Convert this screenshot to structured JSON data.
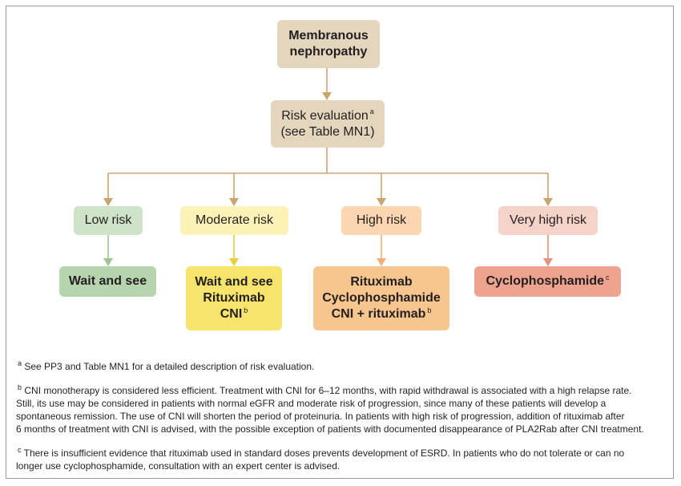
{
  "colors": {
    "line": "#c9a46c",
    "root_fill": "#e4d5bd",
    "low_fill": "#cfe3c9",
    "low_action_fill": "#b6d4ae",
    "moderate_fill": "#fbf2b8",
    "moderate_action_fill": "#f7e46c",
    "high_fill": "#fbd6b1",
    "high_action_fill": "#f7c58e",
    "veryhigh_fill": "#f6d3c9",
    "veryhigh_action_fill": "#eea38f",
    "arrow_low": "#9cc48f",
    "arrow_moderate": "#e8cf3c",
    "arrow_high": "#f0b07a",
    "arrow_veryhigh": "#e39080"
  },
  "root": {
    "line1": "Membranous",
    "line2": "nephropathy"
  },
  "risk_eval": {
    "line1": "Risk evaluation",
    "sup": "a",
    "line2": "(see Table MN1)"
  },
  "risk_levels": {
    "low": "Low risk",
    "moderate": "Moderate risk",
    "high": "High risk",
    "very_high": "Very high risk"
  },
  "actions": {
    "low": {
      "line1": "Wait and see"
    },
    "moderate": {
      "line1": "Wait and see",
      "line2": "Rituximab",
      "line3": "CNI",
      "sup": "b"
    },
    "high": {
      "line1": "Rituximab",
      "line2": "Cyclophosphamide",
      "line3": "CNI + rituximab",
      "sup": "b"
    },
    "very_high": {
      "line1": "Cyclophosphamide",
      "sup": "c"
    }
  },
  "footnotes": {
    "a": {
      "mark": "a",
      "text": "See PP3 and Table MN1 for a detailed description of risk evaluation."
    },
    "b": {
      "mark": "b",
      "line1": "CNI monotherapy is considered less efficient. Treatment with CNI for 6–12 months, with rapid withdrawal is associated with a high relapse rate.",
      "line2": "Still, its use may be considered in patients with normal eGFR and moderate risk of progression, since many of these patients will develop a",
      "line3": "spontaneous remission. The use of CNI will shorten the period of proteinuria. In patients with high risk of progression, addition of rituximab after",
      "line4": "6 months of treatment with CNI is advised, with the possible exception of patients with documented disappearance of PLA2Rab after CNI treatment."
    },
    "c": {
      "mark": "c",
      "line1": "There is insufficient evidence that rituximab used in standard doses prevents development of ESRD. In patients who do not tolerate or can no",
      "line2": "longer use cyclophosphamide, consultation with an expert center is advised."
    }
  }
}
